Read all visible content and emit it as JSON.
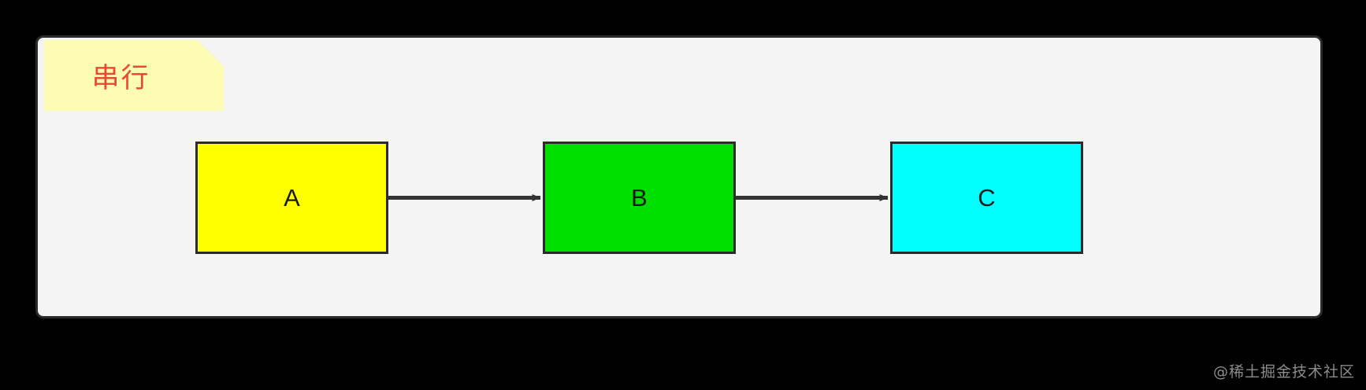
{
  "canvas": {
    "background_color": "#000000",
    "panel_background_color": "#f4f4f4",
    "panel_border_color": "#2b2b2b"
  },
  "note": {
    "label": "串行",
    "text_color": "#ea4a31",
    "background_color": "#fcfcb4",
    "fold_color": "#d2d2d6"
  },
  "diagram": {
    "type": "flowchart",
    "direction": "left-to-right",
    "nodes": [
      {
        "id": "A",
        "label": "A",
        "fill": "#ffff00",
        "stroke": "#2b2b2b"
      },
      {
        "id": "B",
        "label": "B",
        "fill": "#00e000",
        "stroke": "#2b2b2b"
      },
      {
        "id": "C",
        "label": "C",
        "fill": "#00ffff",
        "stroke": "#2b2b2b"
      }
    ],
    "edges": [
      {
        "from": "A",
        "to": "B",
        "label": "",
        "color": "#333333",
        "arrowhead": "solid-triangle"
      },
      {
        "from": "B",
        "to": "C",
        "label": "",
        "color": "#333333",
        "arrowhead": "solid-triangle"
      }
    ]
  },
  "watermark": {
    "text": "@稀土掘金技术社区",
    "color": "#8c8c8c"
  }
}
